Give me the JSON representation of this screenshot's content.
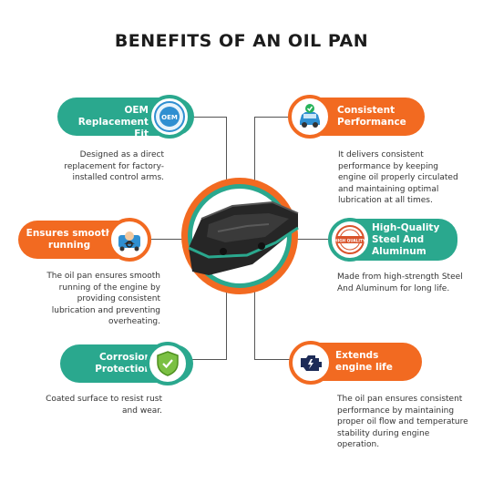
{
  "title": "BENEFITS OF AN OIL PAN",
  "benefits": [
    {
      "label_line1": "OEM",
      "label_line2": "Replacement Fit",
      "icon": "oem-badge-icon",
      "description": "Designed as a direct replacement for factory-installed control arms.",
      "badge_text": "OEM"
    },
    {
      "label_line1": "Consistent",
      "label_line2": "Performance",
      "icon": "car-check-icon",
      "description": "It delivers consistent performance by keeping engine oil properly circulated and maintaining optimal lubrication at all times."
    },
    {
      "label_line1": "Ensures smooth",
      "label_line2": "running",
      "icon": "driver-icon",
      "description": "The oil pan ensures smooth running of the engine by providing consistent lubrication and preventing overheating."
    },
    {
      "label_line1": "High-Quality",
      "label_line2": "Steel And",
      "label_line3": "Aluminum",
      "icon": "high-quality-stamp-icon",
      "description": "Made from high-strength Steel And Aluminum for long life.",
      "badge_text": "HIGH QUALITY"
    },
    {
      "label_line1": "Corrosion",
      "label_line2": "Protection",
      "icon": "shield-check-icon",
      "description": "Coated surface to resist rust and wear."
    },
    {
      "label_line1": "Extends",
      "label_line2": "engine life",
      "icon": "engine-icon",
      "description": "The oil pan ensures consistent performance by maintaining proper oil flow and temperature stability during engine operation."
    }
  ],
  "colors": {
    "teal": "#2aa88e",
    "orange": "#f26a21",
    "title": "#1c1c1c",
    "text": "#333333"
  }
}
